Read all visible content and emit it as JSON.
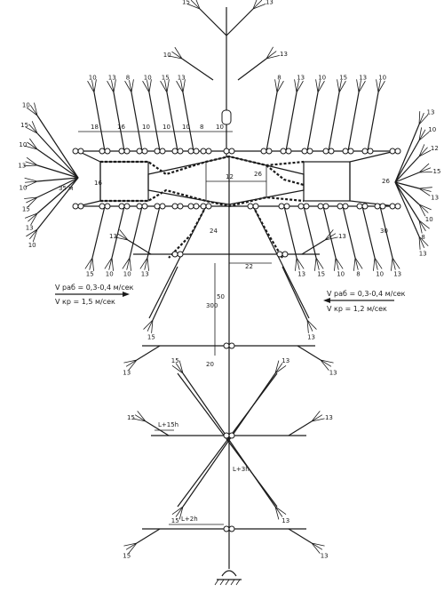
{
  "velocity_left": {
    "v_work": "V раб = 0,3-0,4 м/сек",
    "v_crit": "V кр = 1,5 м/сек"
  },
  "velocity_right": {
    "v_work": "V раб = 0,3-0,4 м/сек",
    "v_crit": "V кр = 1,2 м/сек"
  },
  "dimensions": {
    "top_row": [
      "18",
      "16",
      "10",
      "10",
      "10",
      "8",
      "10"
    ],
    "left_frame": "16",
    "left_diag": "35 м",
    "center_a": "12",
    "center_b": "26",
    "right_frame": "26",
    "right_diag": "30",
    "v24": "24",
    "v50": "50",
    "v300": "300",
    "d22": "22",
    "v20": "20",
    "l15": "L+15h",
    "l3h": "L+3h",
    "l2h": "L+2h"
  },
  "branch_labels": {
    "top": [
      "15",
      "13",
      "10",
      "13",
      "10",
      "13",
      "8",
      "10"
    ],
    "left": [
      "10",
      "15",
      "10",
      "13",
      "10",
      "15",
      "13",
      "10",
      "15",
      "13"
    ],
    "right": [
      "13",
      "10",
      "12",
      "15",
      "13",
      "10",
      "8",
      "13",
      "10",
      "15"
    ],
    "lower_left": [
      "15",
      "10",
      "10",
      "13",
      "10"
    ],
    "lower_right": [
      "13",
      "15",
      "10",
      "8",
      "10"
    ],
    "bottom": [
      "13",
      "13",
      "13",
      "13",
      "15",
      "13",
      "15",
      "13",
      "15",
      "13",
      "15",
      "13"
    ]
  }
}
